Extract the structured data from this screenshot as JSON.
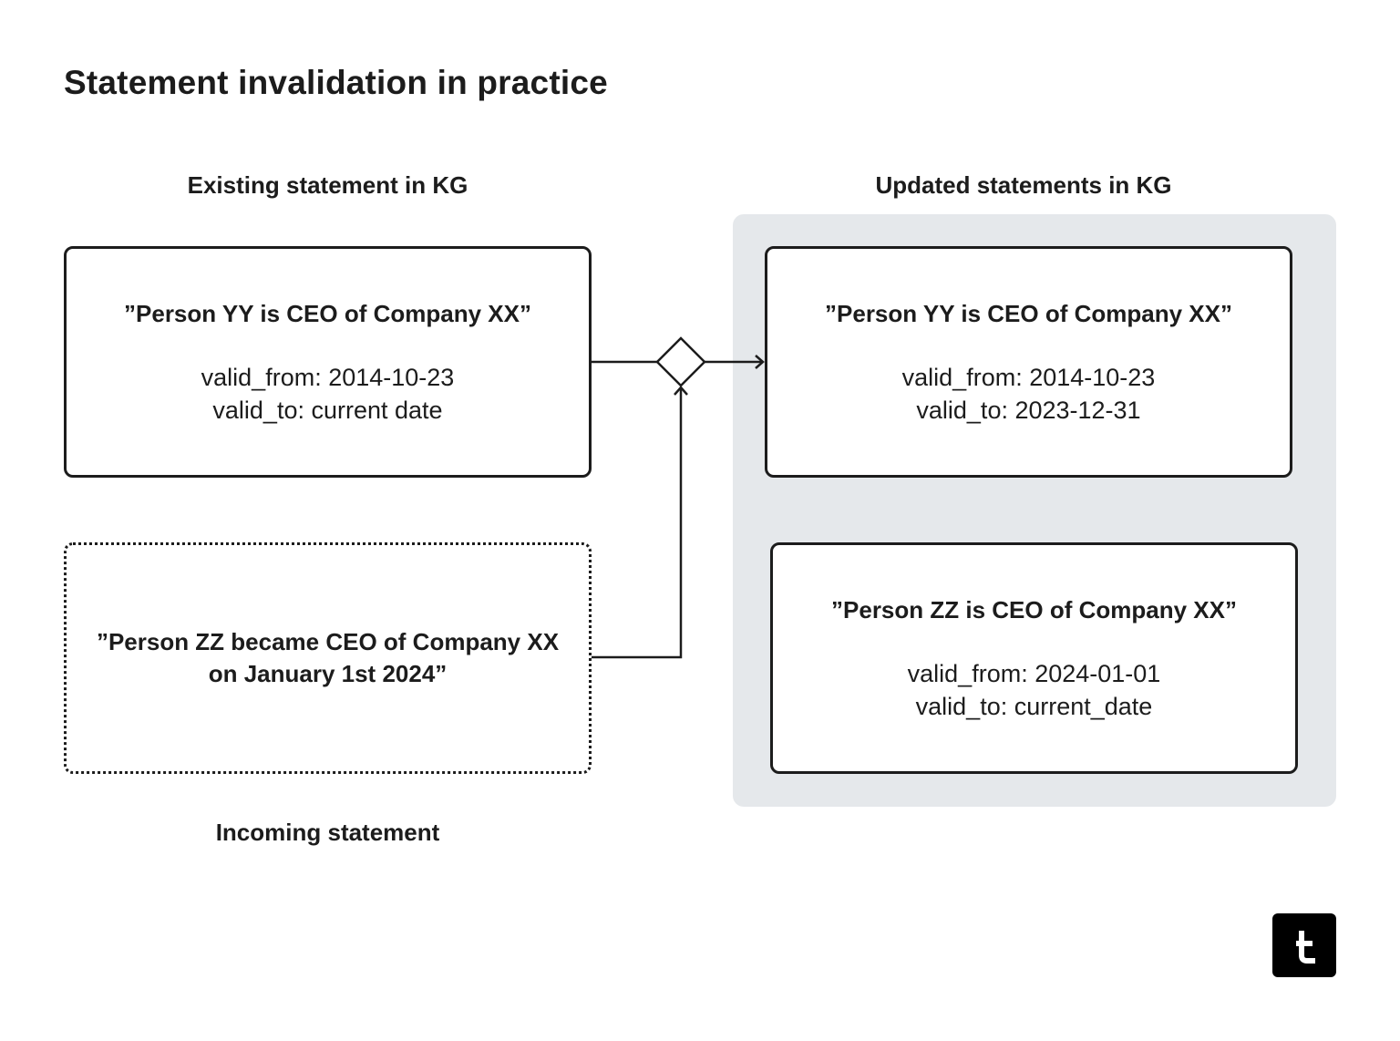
{
  "title": "Statement invalidation in practice",
  "labels": {
    "existing": "Existing statement in KG",
    "updated": "Updated statements in KG",
    "incoming": "Incoming statement"
  },
  "existing_statement": {
    "quote": "”Person YY is CEO of Company XX”",
    "valid_from": "valid_from: 2014-10-23",
    "valid_to": "valid_to: current date"
  },
  "incoming_statement": {
    "quote": "”Person ZZ became CEO of Company XX\non January 1st 2024”"
  },
  "updated_statements": [
    {
      "quote": "”Person YY is CEO of Company XX”",
      "valid_from": "valid_from: 2014-10-23",
      "valid_to": "valid_to: 2023-12-31"
    },
    {
      "quote": "”Person ZZ is CEO of Company XX”",
      "valid_from": "valid_from: 2024-01-01",
      "valid_to": "valid_to: current_date"
    }
  ],
  "colors": {
    "ink": "#1c1c1c",
    "panel": "#e5e8eb",
    "logo": "#000000"
  },
  "icons": {
    "merge": "diamond-merge-node",
    "logo": "brand-logo-t"
  }
}
